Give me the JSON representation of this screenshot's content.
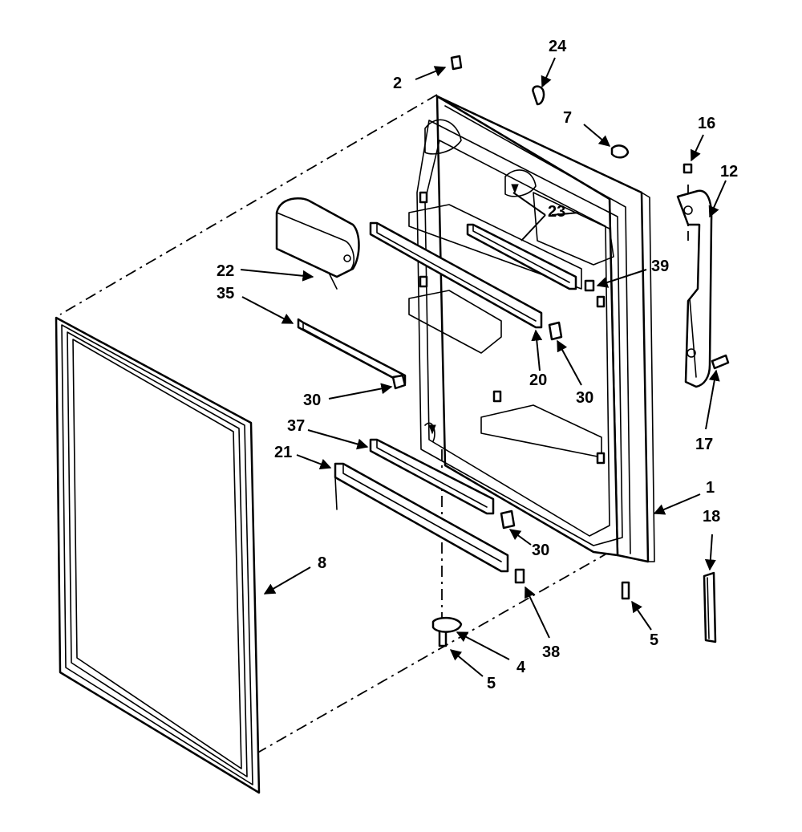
{
  "diagram": {
    "callouts": {
      "c1": "1",
      "c2": "2",
      "c4": "4",
      "c5a": "5",
      "c5b": "5",
      "c7": "7",
      "c8": "8",
      "c12": "12",
      "c16": "16",
      "c17": "17",
      "c18": "18",
      "c20": "20",
      "c21": "21",
      "c22": "22",
      "c23": "23",
      "c24": "24",
      "c30a": "30",
      "c30b": "30",
      "c30c": "30",
      "c35": "35",
      "c37": "37",
      "c38": "38",
      "c39": "39"
    }
  }
}
